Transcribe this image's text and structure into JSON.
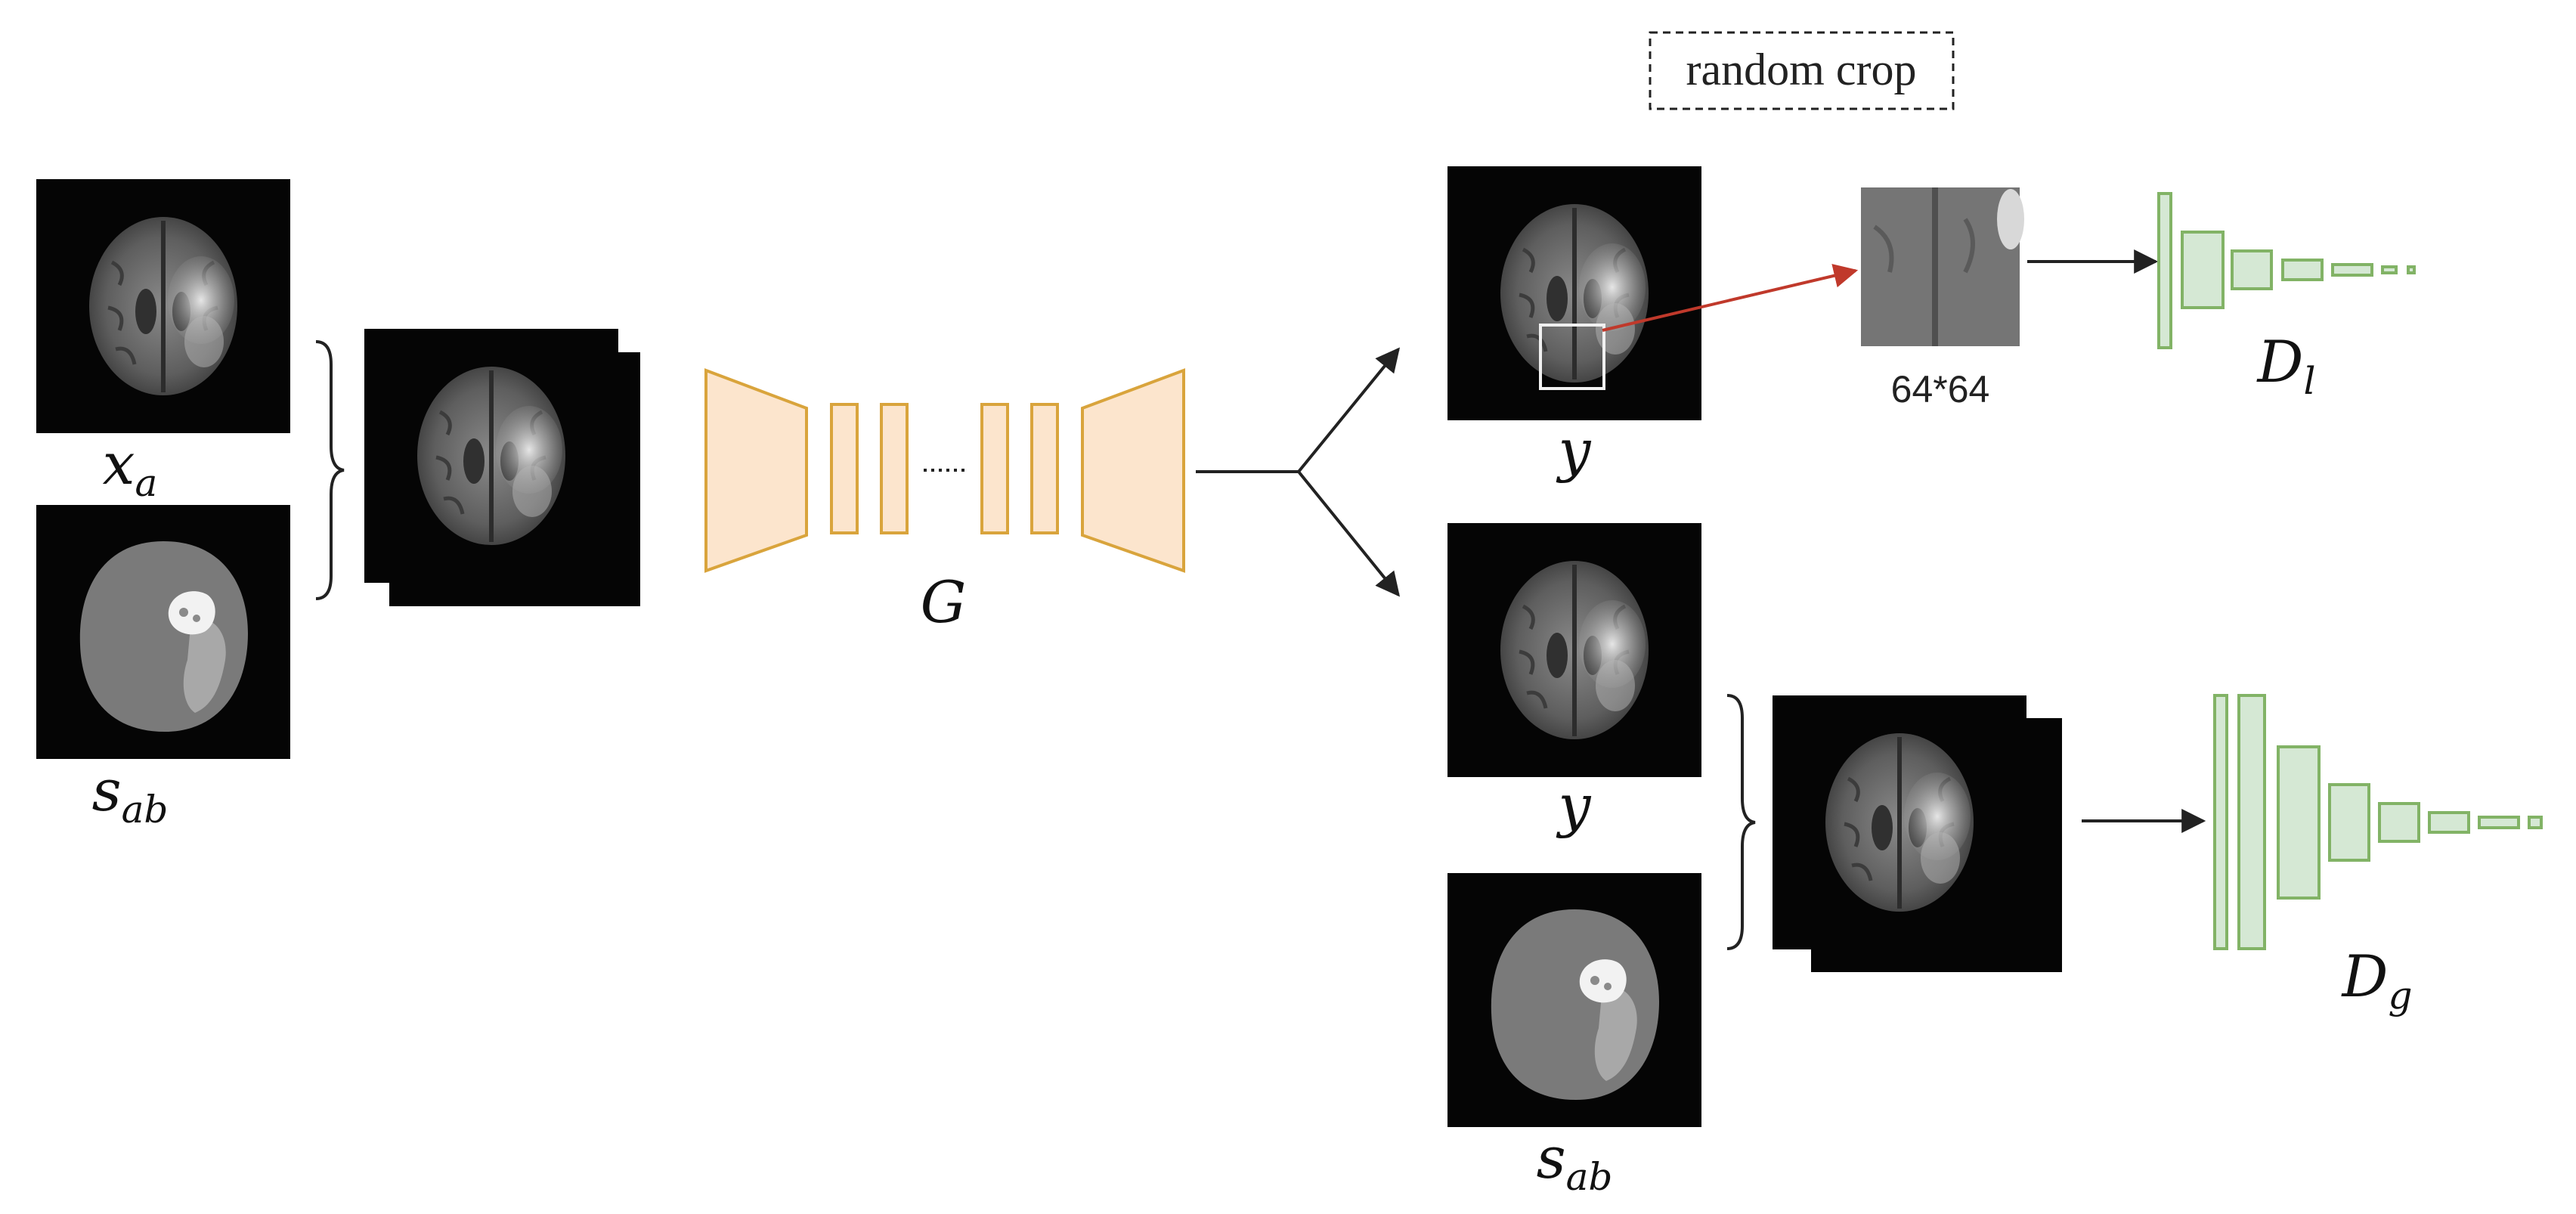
{
  "labels": {
    "x_a": {
      "base": "x",
      "sub": "a"
    },
    "s_ab_left": {
      "base": "s",
      "sub": "ab"
    },
    "generator": "G",
    "y_top": "y",
    "y_bottom": "y",
    "s_ab_right": {
      "base": "s",
      "sub": "ab"
    },
    "random_crop": "random crop",
    "patch_size": "64*64",
    "d_local": {
      "base": "D",
      "sub": "l"
    },
    "d_global": {
      "base": "D",
      "sub": "g"
    }
  },
  "colors": {
    "generator_stroke": "#d9a43c",
    "generator_fill": "#fce5cd",
    "discriminator_stroke": "#82b366",
    "discriminator_fill": "#d5e8d4",
    "crop_arrow": "#c0392b",
    "arrow": "#222222",
    "image_bg": "#050505",
    "mask_brain": "#7a7a7a",
    "mask_tumor_core": "#f2f2f2",
    "mask_edema": "#a8a8a8"
  },
  "icons": {
    "input_flair": "brain-mri-icon",
    "input_mask": "segmentation-mask-icon",
    "crop_box": "crop-window-icon"
  }
}
